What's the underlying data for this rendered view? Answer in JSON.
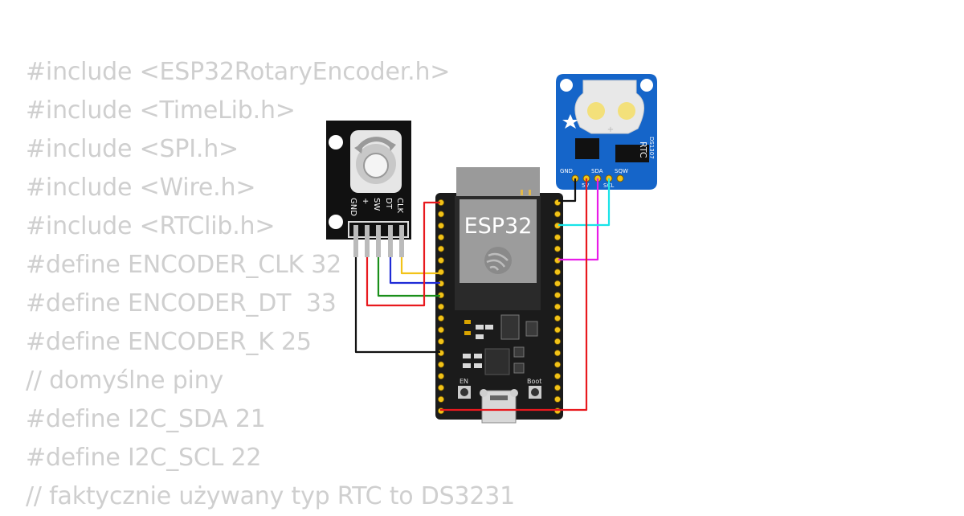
{
  "code_lines": [
    "#include <ESP32RotaryEncoder.h>",
    "#include <TimeLib.h>",
    "#include <SPI.h>",
    "#include <Wire.h>",
    "#include <RTClib.h>",
    "#define ENCODER_CLK 32",
    "#define ENCODER_DT  33",
    "#define ENCODER_K 25",
    "// domyślne piny",
    "#define I2C_SDA 21",
    "#define I2C_SCL 22",
    "// faktycznie używany typ RTC to DS3231"
  ],
  "encoder": {
    "pins": [
      "GND",
      "+",
      "SW",
      "DT",
      "CLK"
    ]
  },
  "esp32": {
    "label": "ESP32",
    "en_label": "EN",
    "boot_label": "Boot"
  },
  "rtc": {
    "title": "RTC",
    "chip": "DS1307",
    "pin_labels_top": [
      "GND",
      "SDA",
      "SQW"
    ],
    "pin_labels_bottom": [
      "5V",
      "SCL"
    ]
  },
  "wire_colors": {
    "red": "#e8191e",
    "black": "#111111",
    "green": "#1a8f1a",
    "blue": "#1f2bd6",
    "yellow": "#f2c318",
    "cyan": "#19e3e8",
    "magenta": "#e81ce8"
  }
}
